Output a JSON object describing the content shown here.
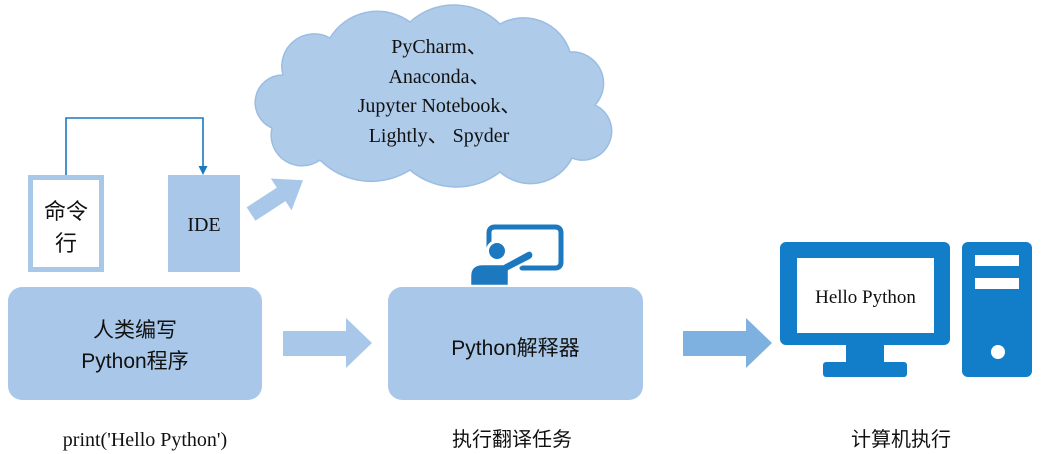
{
  "cloud": {
    "lines": [
      "PyCharm、",
      "Anaconda、",
      "Jupyter Notebook、",
      "Lightly、 Spyder"
    ]
  },
  "cmd_box": {
    "lines": [
      "命令",
      "行"
    ]
  },
  "ide_box": {
    "label": "IDE"
  },
  "human_box": {
    "lines": [
      "人类编写",
      "Python程序"
    ]
  },
  "interpreter_box": {
    "label": "Python解释器"
  },
  "computer": {
    "screen_text": "Hello Python"
  },
  "captions": {
    "code": "print('Hello Python')",
    "interpreter": "执行翻译任务",
    "computer": "计算机执行"
  },
  "icons": {
    "presenter": "presenter-icon",
    "monitor": "monitor-icon",
    "tower": "tower-icon"
  },
  "colors": {
    "box": "#a9c8e9",
    "cloud": "#aecbea",
    "cloud_outline": "#9bbde2",
    "connector": "#1c78bf",
    "device": "#127ec9",
    "arrow_dark": "#7eb0e0"
  }
}
